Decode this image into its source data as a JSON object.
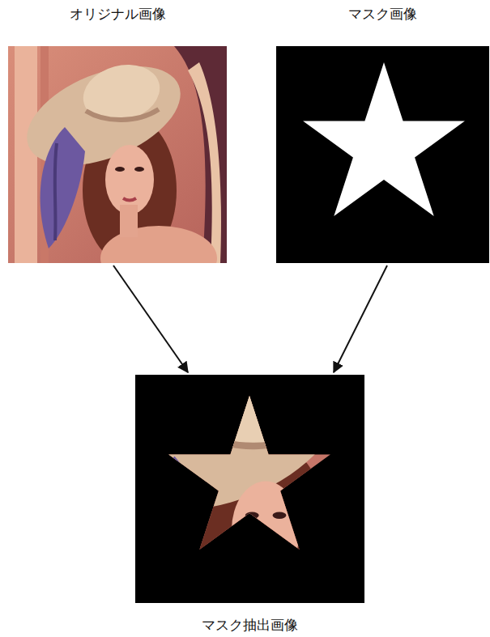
{
  "diagram": {
    "nodes": [
      {
        "text": [
          "オリジナル画像"
        ]
      },
      {
        "text": [
          "マスク画像"
        ]
      },
      {
        "text": [
          "マスク抽出画像"
        ]
      }
    ],
    "edges": [
      {
        "from": 0,
        "to": 2,
        "arrow": "to"
      },
      {
        "from": 1,
        "to": 2,
        "arrow": "to"
      }
    ]
  }
}
